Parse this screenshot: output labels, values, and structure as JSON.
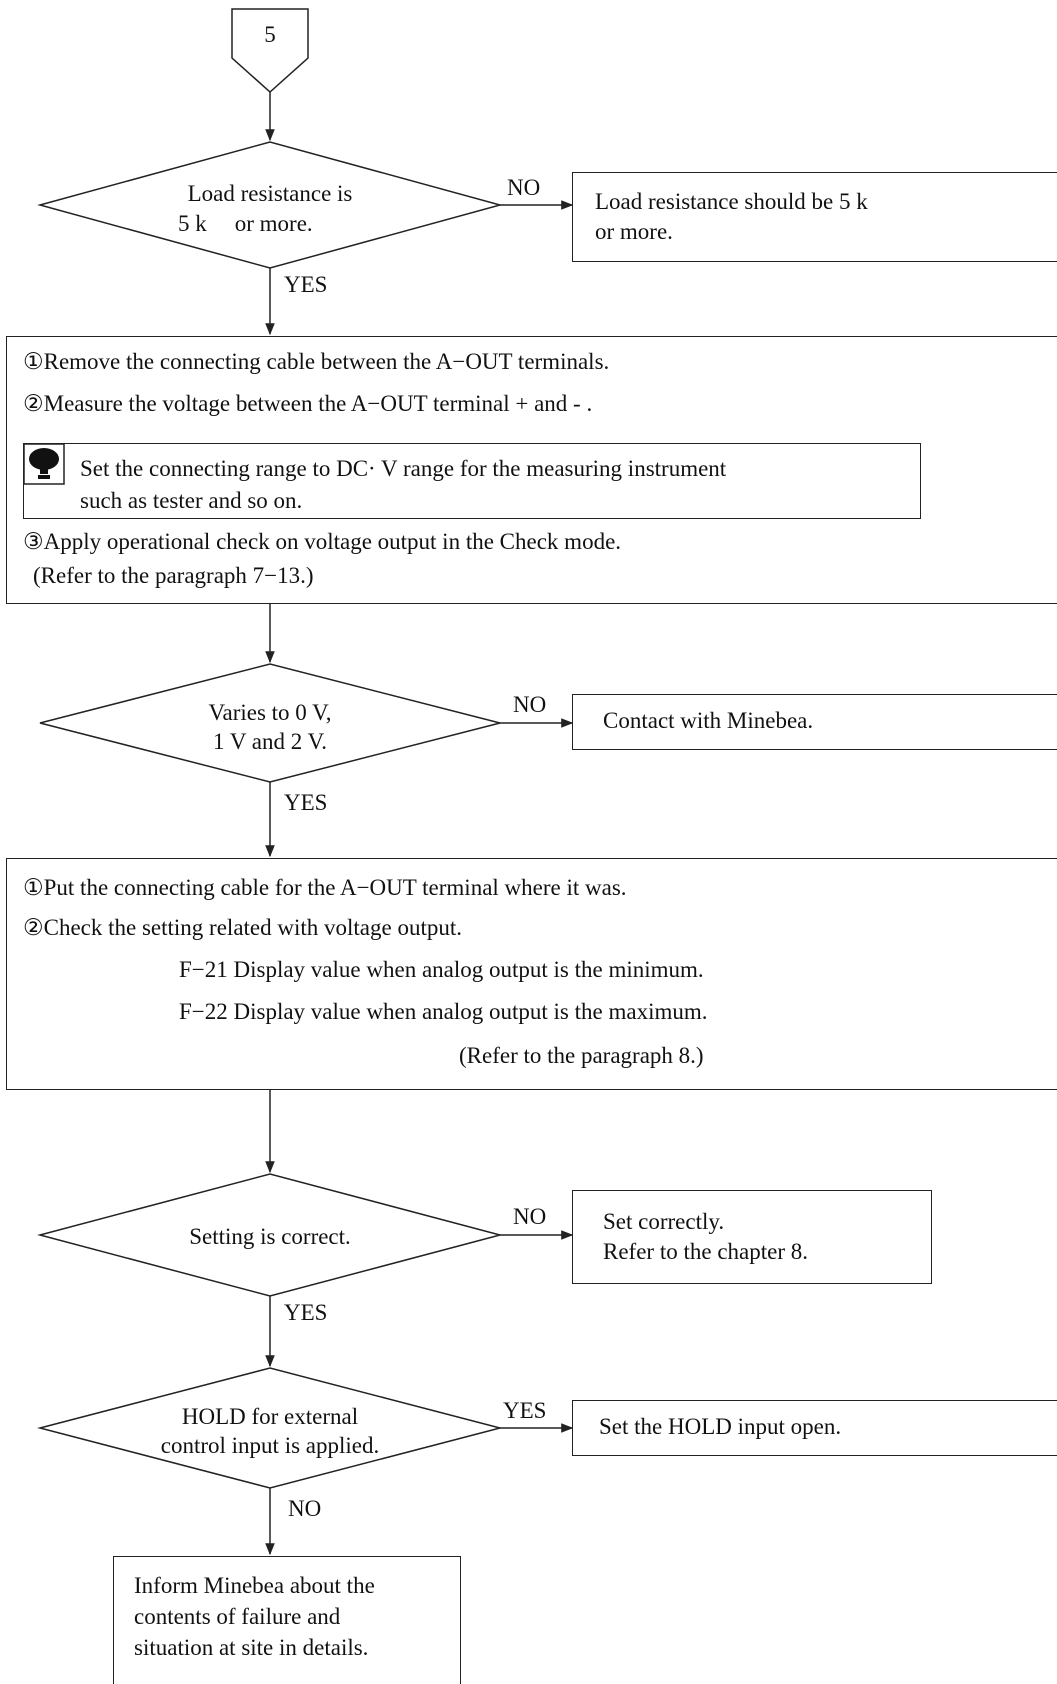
{
  "connector": {
    "label": "5"
  },
  "decision1": {
    "line1": "Load resistance is",
    "line2": "5 k",
    "line2_after": "or more.",
    "no_label": "NO",
    "yes_label": "YES",
    "no_action_line1": "Load resistance should be 5 k",
    "no_action_line2": "or more."
  },
  "step1": {
    "item1": "①Remove the connecting cable between the A−OUT terminals.",
    "item2": "②Measure the voltage between the A−OUT terminal  +  and  - .",
    "tip_line1": "Set the connecting range to DC· V range for the measuring instrument",
    "tip_line2": "such as tester and so on.",
    "item3": "③Apply operational check on voltage output in the Check mode.",
    "item3_ref": "(Refer to the paragraph 7−13.)"
  },
  "decision2": {
    "line1": "Varies to 0 V,",
    "line2": "1 V and 2 V.",
    "no_label": "NO",
    "yes_label": "YES",
    "no_action": "Contact with Minebea."
  },
  "step2": {
    "item1": "①Put the connecting cable for the A−OUT terminal where it was.",
    "item2": "②Check the setting related with voltage output.",
    "f21": "F−21 Display value when analog output is the minimum.",
    "f22": "F−22 Display value when analog output is the maximum.",
    "ref": "(Refer to the paragraph 8.)"
  },
  "decision3": {
    "line1": "Setting is correct.",
    "no_label": "NO",
    "yes_label": "YES",
    "no_action_line1": "Set correctly.",
    "no_action_line2": "Refer to the chapter 8."
  },
  "decision4": {
    "line1": "HOLD for external",
    "line2": "control input is applied.",
    "yes_label": "YES",
    "no_label": "NO",
    "yes_action": "Set the HOLD input open."
  },
  "final": {
    "line1": "Inform Minebea about the",
    "line2": "contents of failure and",
    "line3": "situation at site in details."
  }
}
